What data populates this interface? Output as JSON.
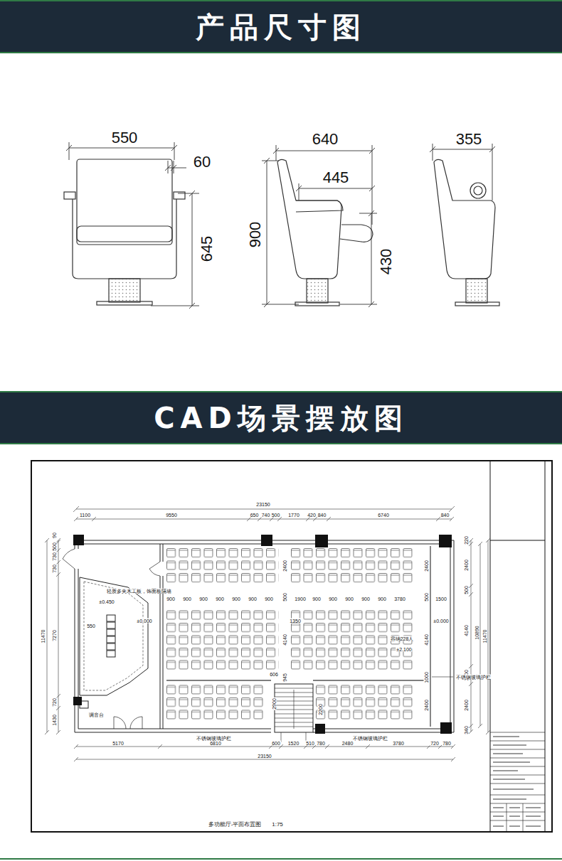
{
  "diagram": {
    "nodes": [
      {
        "text": [
          "产品尺寸图"
        ]
      },
      {
        "text": [
          "CAD场景摆放图"
        ]
      }
    ],
    "labels": [
      "550",
      "60",
      "645",
      "640",
      "445",
      "900",
      "430",
      "355",
      "23150",
      "1100",
      "9550",
      "650",
      "740",
      "500",
      "1770",
      "420",
      "840",
      "6740",
      "840",
      "5170",
      "6810",
      "600",
      "1520",
      "510",
      "780",
      "2480",
      "3780",
      "720",
      "780",
      "23150",
      "90",
      "500",
      "730",
      "730",
      "7270",
      "720",
      "1430",
      "11470",
      "220",
      "2400",
      "500",
      "4140",
      "1000",
      "2400",
      "340",
      "10890",
      "11470",
      "900",
      "900",
      "900",
      "900",
      "900",
      "900",
      "900",
      "1900",
      "900",
      "900",
      "900",
      "900",
      "900",
      "3780",
      "1500",
      "2400",
      "500",
      "4140",
      "945",
      "2900",
      "2200",
      "2400",
      "500",
      "4140",
      "1000",
      "2400",
      "550",
      "±0.450",
      "±0.000",
      "±0.000",
      "1350",
      "606",
      "容纳228人",
      "±2.100",
      "调音台",
      "不锈钢玻璃护栏",
      "不锈钢玻璃护栏",
      "不锈钢玻璃护栏",
      "轻质多夹木工板，饰面板隔墙",
      "多功能厅-平面布置图",
      "1:75"
    ]
  }
}
